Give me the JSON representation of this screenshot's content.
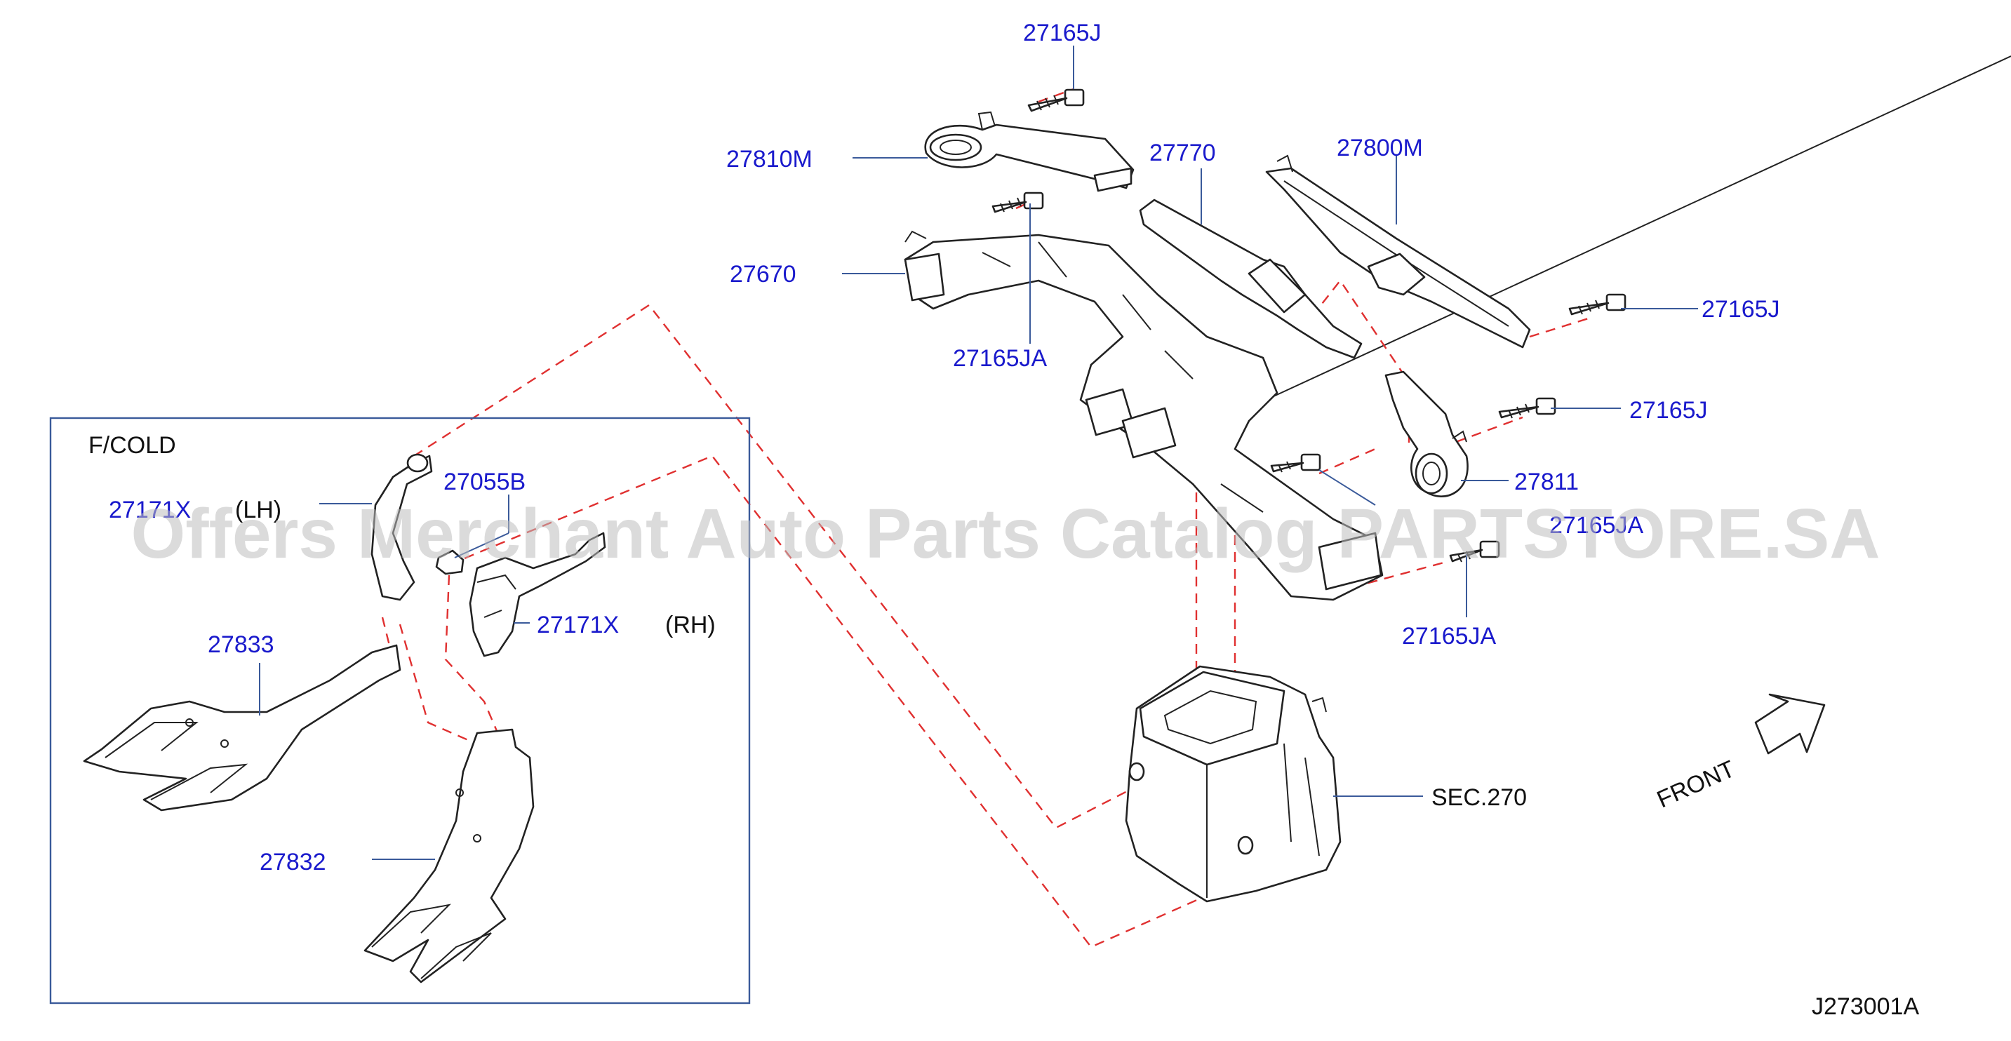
{
  "watermark": "Offers Merchant Auto Parts Catalog PARTSTORE.SA",
  "diagram_code": "J273001A",
  "front_label": "FRONT",
  "inset": {
    "title": "F/COLD",
    "lh_suffix": "(LH)",
    "rh_suffix": "(RH)"
  },
  "parts": {
    "p27165J_top": "27165J",
    "p27810M": "27810M",
    "p27770": "27770",
    "p27800M": "27800M",
    "p27670": "27670",
    "p27165JA_left": "27165JA",
    "p27165J_right1": "27165J",
    "p27165J_right2": "27165J",
    "p27811": "27811",
    "p27165JA_mid": "27165JA",
    "p27165JA_bottom": "27165JA",
    "sec270": "SEC.270",
    "p27171X_lh": "27171X",
    "p27055B": "27055B",
    "p27171X_rh": "27171X",
    "p27833": "27833",
    "p27832": "27832"
  }
}
